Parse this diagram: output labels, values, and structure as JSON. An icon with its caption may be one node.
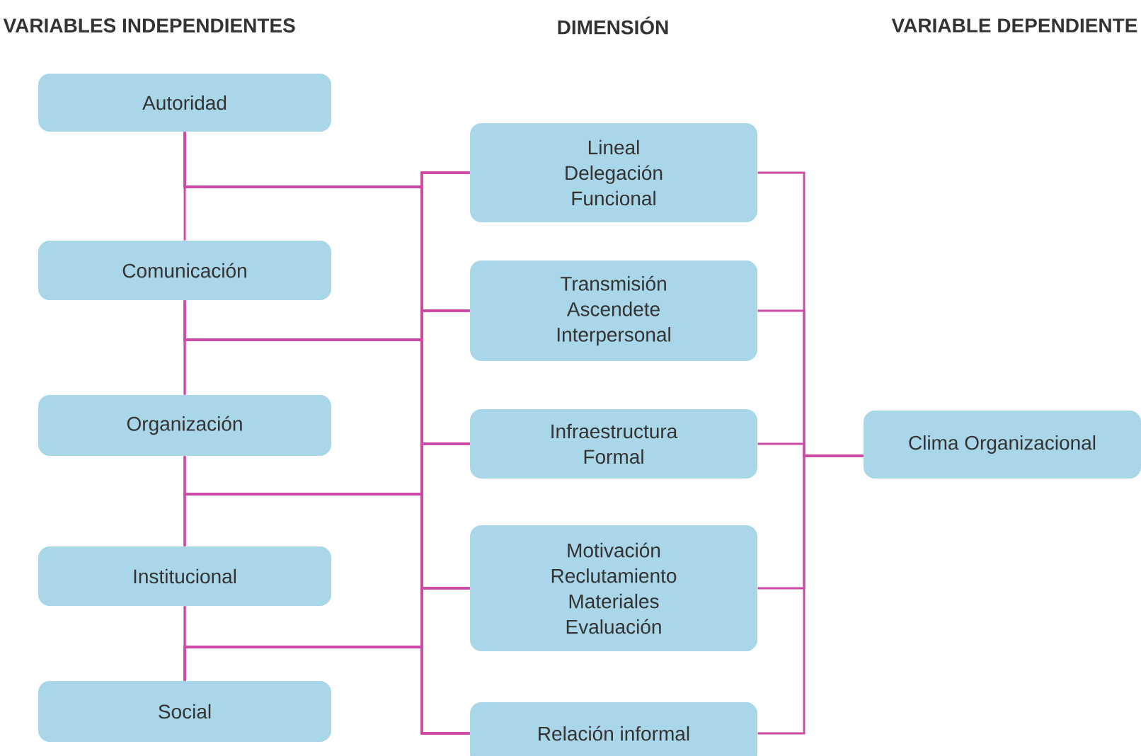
{
  "diagram": {
    "nodes": [
      {
        "text": [
          "Autoridad"
        ]
      },
      {
        "text": [
          "Comunicación"
        ]
      },
      {
        "text": [
          "Organización"
        ]
      },
      {
        "text": [
          "Institucional"
        ]
      },
      {
        "text": [
          "Social"
        ]
      },
      {
        "text": [
          "Lineal",
          "Delegación",
          "Funcional"
        ]
      },
      {
        "text": [
          "Transmisión",
          "Ascendete",
          "Interpersonal"
        ]
      },
      {
        "text": [
          "Infraestructura",
          "Formal"
        ]
      },
      {
        "text": [
          "Motivación",
          "Reclutamiento",
          "Materiales",
          "Evaluación"
        ]
      },
      {
        "text": [
          "Relación informal"
        ]
      },
      {
        "text": [
          "Clima Organizacional"
        ]
      }
    ],
    "edges": [
      {
        "from": 0,
        "to": 5,
        "arrow": "none"
      },
      {
        "from": 0,
        "to": 6,
        "arrow": "none"
      },
      {
        "from": 0,
        "to": 7,
        "arrow": "none"
      },
      {
        "from": 0,
        "to": 8,
        "arrow": "none"
      },
      {
        "from": 0,
        "to": 9,
        "arrow": "none"
      },
      {
        "from": 1,
        "to": 5,
        "arrow": "none"
      },
      {
        "from": 1,
        "to": 6,
        "arrow": "none"
      },
      {
        "from": 1,
        "to": 7,
        "arrow": "none"
      },
      {
        "from": 1,
        "to": 8,
        "arrow": "none"
      },
      {
        "from": 1,
        "to": 9,
        "arrow": "none"
      },
      {
        "from": 2,
        "to": 5,
        "arrow": "none"
      },
      {
        "from": 2,
        "to": 6,
        "arrow": "none"
      },
      {
        "from": 2,
        "to": 7,
        "arrow": "none"
      },
      {
        "from": 2,
        "to": 8,
        "arrow": "none"
      },
      {
        "from": 2,
        "to": 9,
        "arrow": "none"
      },
      {
        "from": 3,
        "to": 5,
        "arrow": "none"
      },
      {
        "from": 3,
        "to": 6,
        "arrow": "none"
      },
      {
        "from": 3,
        "to": 7,
        "arrow": "none"
      },
      {
        "from": 3,
        "to": 8,
        "arrow": "none"
      },
      {
        "from": 3,
        "to": 9,
        "arrow": "none"
      },
      {
        "from": 4,
        "to": 5,
        "arrow": "none"
      },
      {
        "from": 4,
        "to": 6,
        "arrow": "none"
      },
      {
        "from": 4,
        "to": 7,
        "arrow": "none"
      },
      {
        "from": 4,
        "to": 8,
        "arrow": "none"
      },
      {
        "from": 4,
        "to": 9,
        "arrow": "none"
      },
      {
        "from": 5,
        "to": 10,
        "arrow": "none"
      },
      {
        "from": 6,
        "to": 10,
        "arrow": "none"
      },
      {
        "from": 7,
        "to": 10,
        "arrow": "none"
      },
      {
        "from": 8,
        "to": 10,
        "arrow": "none"
      },
      {
        "from": 9,
        "to": 10,
        "arrow": "none"
      }
    ],
    "labels": [
      "VARIABLES INDEPENDIENTES",
      "DIMENSIÓN",
      "VARIABLE DEPENDIENTE"
    ]
  }
}
